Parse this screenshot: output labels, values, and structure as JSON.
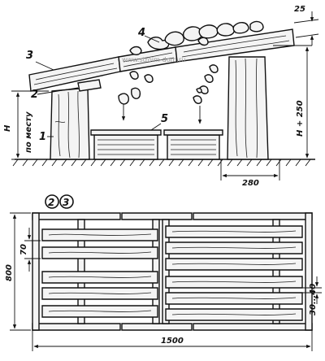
{
  "labels": {
    "part1": "1",
    "part2": "2",
    "part3": "3",
    "part4": "4",
    "part5": "5",
    "circle_a": "2",
    "circle_b": "3"
  },
  "dimensions": {
    "h_left": "H",
    "h_left_note": "по месту",
    "h_right": "H + 250",
    "top_offset": "25",
    "post_width": "280",
    "board_gap": "70",
    "plan_width": "800",
    "slat_gap": "30...40",
    "plan_length": "1500"
  },
  "watermark": "www.stroim-dom.ru"
}
